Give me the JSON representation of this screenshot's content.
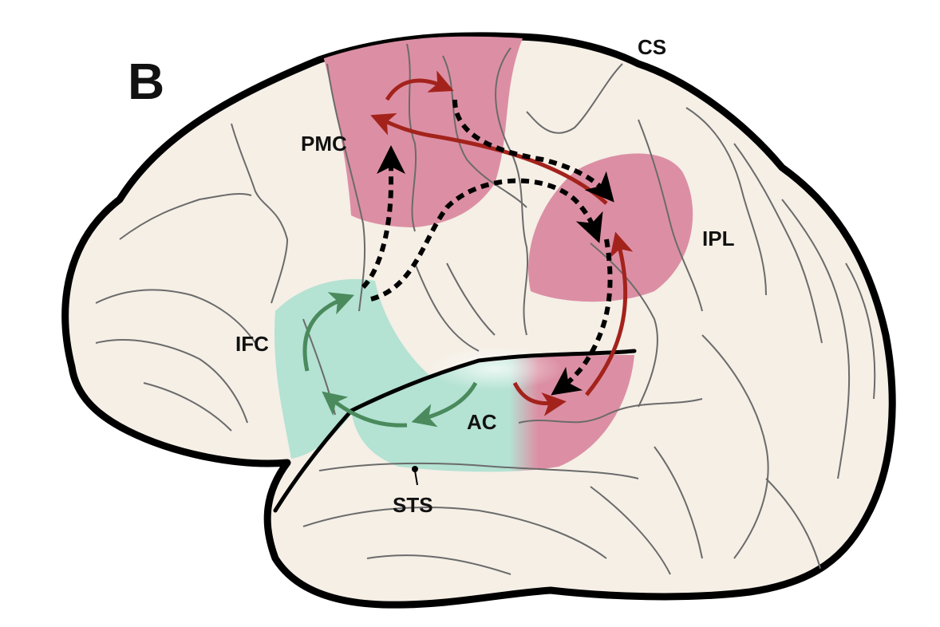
{
  "figure": {
    "panel_label": "B",
    "colors": {
      "brain_fill": "#f5efe6",
      "outline": "#000000",
      "sulcus": "#6b6b6b",
      "pink_region": "#dc8fa4",
      "green_region": "#b4e2d3",
      "red_arrow": "#a3231c",
      "green_arrow": "#4a8a5c",
      "dashed_arrow": "#000000"
    },
    "labels": {
      "cs": "CS",
      "pmc": "PMC",
      "ipl": "IPL",
      "ifc": "IFC",
      "ac": "AC",
      "sts": "STS"
    },
    "regions": [
      {
        "id": "pmc",
        "name": "Premotor cortex",
        "color": "pink"
      },
      {
        "id": "ipl",
        "name": "Inferior parietal lobule",
        "color": "pink"
      },
      {
        "id": "ifc",
        "name": "Inferior frontal cortex",
        "color": "green"
      },
      {
        "id": "ac-anterior",
        "name": "Auditory cortex (anterior)",
        "color": "green"
      },
      {
        "id": "ac-posterior",
        "name": "Auditory cortex (posterior)",
        "color": "pink"
      }
    ],
    "pathways": [
      {
        "from": "pmc",
        "to": "pmc",
        "style": "solid",
        "color": "red"
      },
      {
        "from": "ipl",
        "to": "pmc",
        "style": "solid",
        "color": "red"
      },
      {
        "from": "ac-posterior",
        "to": "ipl",
        "style": "solid",
        "color": "red"
      },
      {
        "from": "ac-posterior",
        "to": "ac-posterior",
        "style": "solid",
        "color": "red"
      },
      {
        "from": "pmc",
        "to": "ipl",
        "style": "dashed",
        "color": "black"
      },
      {
        "from": "ifc",
        "to": "ipl",
        "style": "dashed",
        "color": "black"
      },
      {
        "from": "ifc",
        "to": "pmc",
        "style": "dashed",
        "color": "black"
      },
      {
        "from": "ipl",
        "to": "ac-posterior",
        "style": "dashed",
        "color": "black"
      },
      {
        "from": "ac-anterior",
        "to": "ifc",
        "style": "solid",
        "color": "green"
      },
      {
        "from": "ifc",
        "to": "ifc",
        "style": "solid",
        "color": "green"
      },
      {
        "from": "ac-anterior",
        "to": "ac-anterior",
        "style": "solid",
        "color": "green"
      }
    ]
  }
}
